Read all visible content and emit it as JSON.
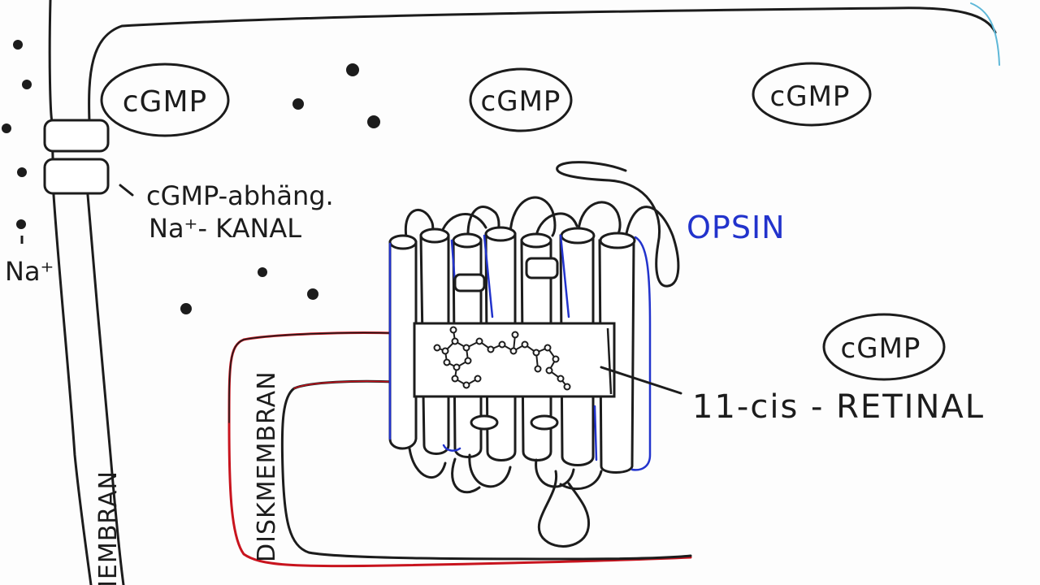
{
  "labels": {
    "cgmp_1": "cGMP",
    "cgmp_2": "cGMP",
    "cgmp_3": "cGMP",
    "cgmp_4": "cGMP",
    "channel_line1": "cGMP-abhäng.",
    "channel_line2": "Na⁺- KANAL",
    "sodium": "Na⁺",
    "opsin": "OPSIN",
    "retinal": "11-cis - RETINAL",
    "disk_membrane": "DISKMEMBRAN",
    "cell_membrane": "MEMBRAN"
  },
  "colors": {
    "ink": "#1c1c1c",
    "opsin_blue": "#2233cc",
    "disk_red": "#c8141e",
    "edge_cyan": "#5fb8d8"
  }
}
